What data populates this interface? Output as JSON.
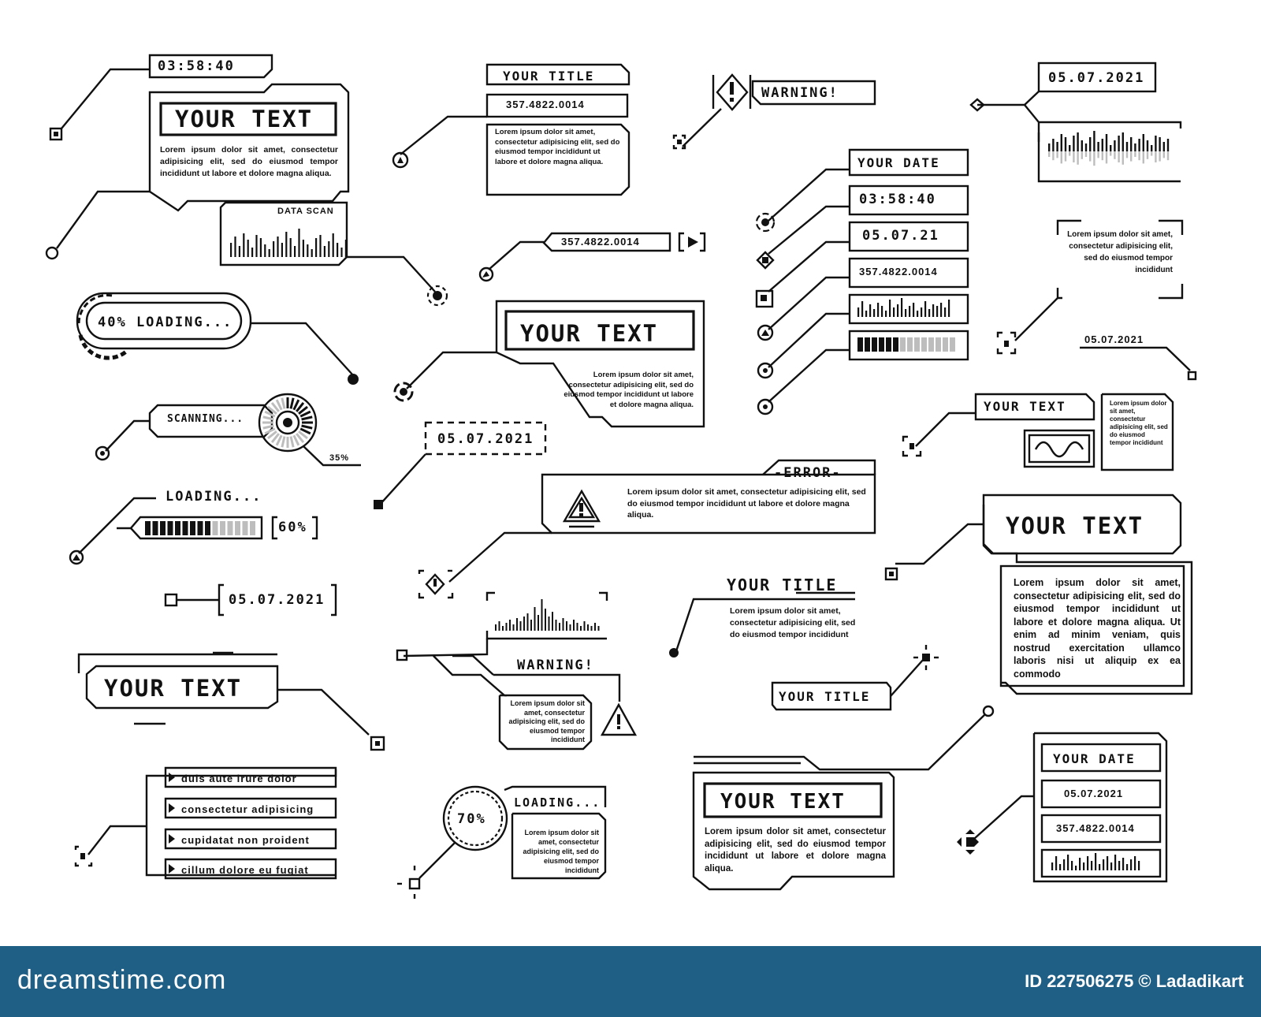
{
  "texts": {
    "timer_1": "03:58:40",
    "your_text_1": "YOUR TEXT",
    "lorem_1": "Lorem ipsum dolor sit amet, consectetur adipisicing elit, sed do eiusmod tempor incididunt ut labore et dolore magna aliqua.",
    "data_scan": "DATA SCAN",
    "your_title_1": "YOUR TITLE",
    "number_1": "357.4822.0014",
    "lorem_2": "Lorem ipsum dolor sit amet, consectetur adipisicing elit, sed do eiusmod tempor incididunt ut labore et dolore magna aliqua.",
    "warning_1": "WARNING!",
    "date_1": "05.07.2021",
    "your_date_1": "YOUR DATE",
    "timer_2": "03:58:40",
    "date_short": "05.07.21",
    "number_2": "357.4822.0014",
    "lorem_3": "Lorem ipsum dolor sit amet, consectetur adipisicing elit, sed do eiusmod tempor incididunt",
    "date_2": "05.07.2021",
    "loading_40": "40% LOADING...",
    "number_3": "357.4822.0014",
    "your_text_2": "YOUR TEXT",
    "lorem_4": "Lorem ipsum dolor sit amet, consectetur adipisicing elit, sed do eiusmod tempor incididunt ut labore et dolore magna aliqua.",
    "your_text_3": "YOUR TEXT",
    "lorem_5": "Lorem ipsum dolor sit amet, consectetur adipisicing elit, sed do eiusmod tempor incididunt",
    "scanning": "SCANNING...",
    "scan_pct": "35%",
    "date_3": "05.07.2021",
    "error_label": "-ERROR-",
    "lorem_6": "Lorem ipsum dolor sit amet, consectetur adipisicing elit, sed do eiusmod tempor incididunt ut labore et dolore magna aliqua.",
    "loading_label": "LOADING...",
    "loading_pct": "60%",
    "your_text_4": "YOUR TEXT",
    "lorem_7": "Lorem ipsum dolor sit amet, consectetur adipisicing elit, sed do eiusmod tempor incididunt ut labore et dolore magna aliqua. Ut enim ad minim veniam, quis nostrud exercitation ullamco laboris nisi ut aliquip ex ea commodo",
    "date_4": "05.07.2021",
    "your_title_2": "YOUR TITLE",
    "lorem_8": "Lorem ipsum dolor sit amet, consectetur adipisicing elit, sed do eiusmod tempor incididunt",
    "your_text_5": "YOUR TEXT",
    "warning_2": "WARNING!",
    "lorem_9": "Lorem ipsum dolor sit amet, consectetur adipisicing elit, sed do eiusmod tempor incididunt",
    "your_title_3": "YOUR TITLE",
    "list_items": [
      "duis aute irure dolor",
      "consectetur adipisicing",
      "cupidatat non proident",
      "cillum dolore eu fugiat"
    ],
    "loading_70_pct": "70%",
    "loading_70_label": "LOADING...",
    "lorem_10": "Lorem ipsum dolor sit amet, consectetur adipisicing elit, sed do eiusmod tempor incididunt",
    "your_text_6": "YOUR TEXT",
    "lorem_11": "Lorem ipsum dolor sit amet, consectetur adipisicing elit, sed do eiusmod tempor incididunt ut labore et dolore magna aliqua.",
    "your_date_2": "YOUR DATE",
    "date_5": "05.07.2021",
    "number_4": "357.4822.0014"
  },
  "footer": {
    "brand": "dreamstime.com",
    "image_id": "ID 227506275 © Ladadikart",
    "background_color": "#1f5f86"
  },
  "progress": {
    "loading_bar_fraction": 0.6,
    "scanning_fraction": 0.35,
    "top_right_bar_fraction": 0.4
  },
  "colors": {
    "stroke": "#111111",
    "background": "#ffffff",
    "light_segment": "#bdbdbd"
  }
}
